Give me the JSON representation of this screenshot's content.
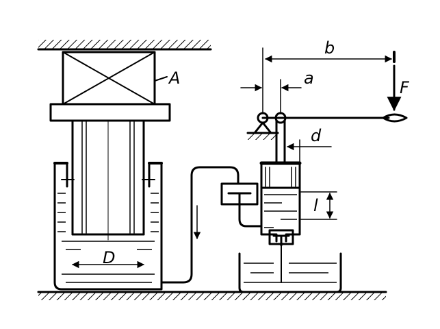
{
  "labels": {
    "ram": "A",
    "lever_length": "b",
    "short_arm": "a",
    "force": "F",
    "plunger_diameter": "d",
    "stroke": "l",
    "cylinder_diameter": "D"
  },
  "colors": {
    "ink": "#000000",
    "background": "#ffffff"
  }
}
